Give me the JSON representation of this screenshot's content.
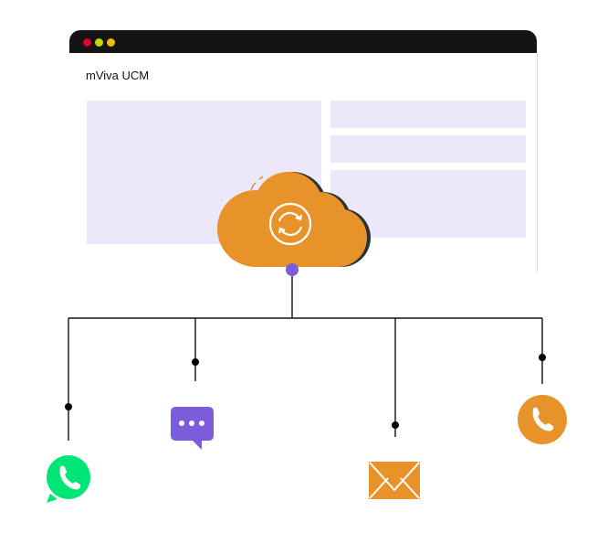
{
  "window": {
    "title": "mViva UCM",
    "traffic_lights": [
      "#E4002B",
      "#C8D400",
      "#F5B800"
    ]
  },
  "hub": {
    "icon": "cloud-sync-icon",
    "color": "#E8922A",
    "connector_color": "#7B5CDB"
  },
  "channels": [
    {
      "name": "whatsapp",
      "icon": "whatsapp-icon",
      "color": "#00E676"
    },
    {
      "name": "chat",
      "icon": "chat-bubble-icon",
      "color": "#7B5CDB"
    },
    {
      "name": "email",
      "icon": "mail-icon",
      "color": "#E8922A"
    },
    {
      "name": "voice",
      "icon": "phone-icon",
      "color": "#E8922A"
    }
  ]
}
